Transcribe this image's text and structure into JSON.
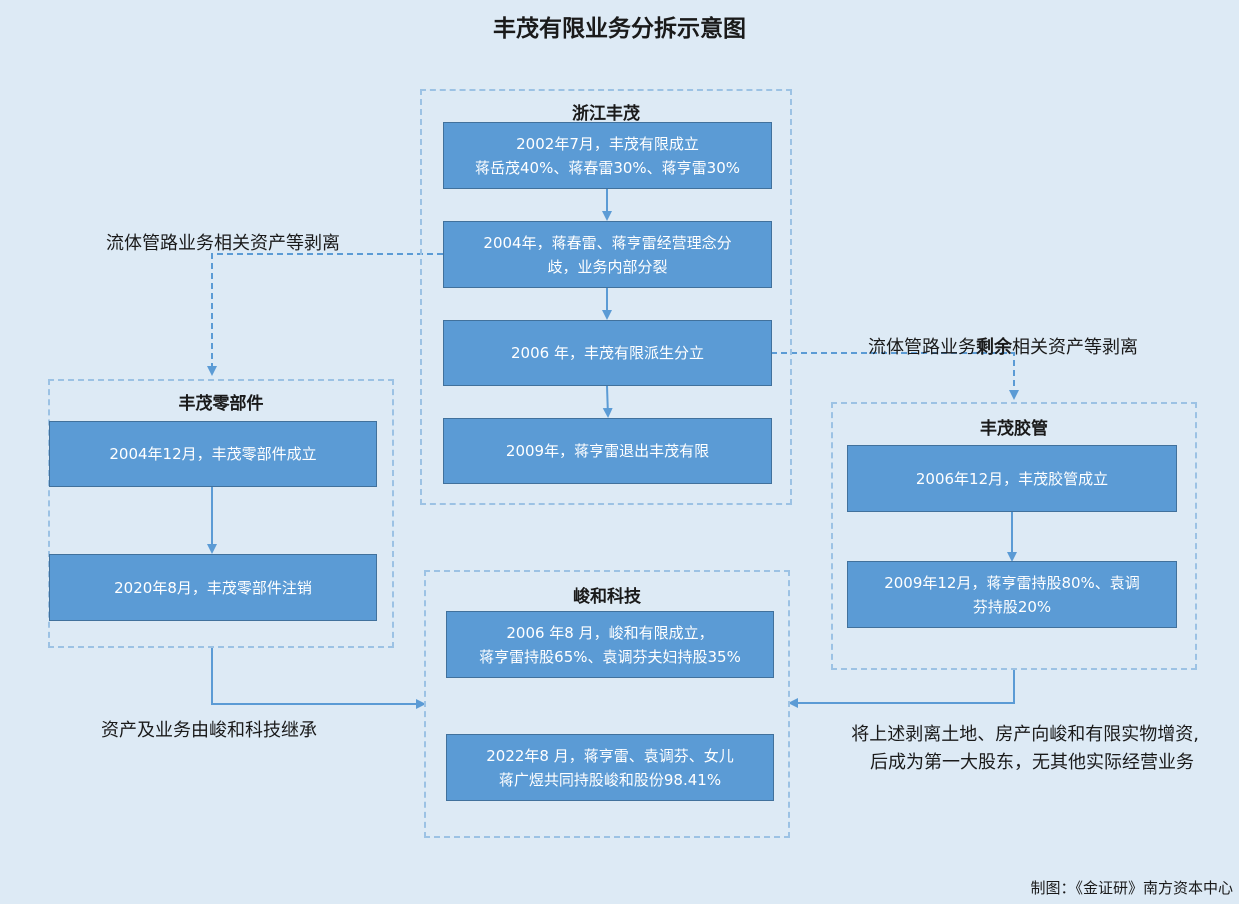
{
  "title": "丰茂有限业务分拆示意图",
  "groups": {
    "zhejiang": {
      "title": "浙江丰茂",
      "steps": [
        {
          "line1": "2002年7月，丰茂有限成立",
          "line2": "蒋岳茂40%、蒋春雷30%、蒋亨雷30%"
        },
        {
          "line1": "2004年，蒋春雷、蒋亨雷经营理念分",
          "line2": "歧，业务内部分裂"
        },
        {
          "line1": "2006 年，丰茂有限派生分立",
          "line2": ""
        },
        {
          "line1": "2009年，蒋亨雷退出丰茂有限",
          "line2": ""
        }
      ]
    },
    "lingbujian": {
      "title": "丰茂零部件",
      "steps": [
        {
          "line1": "2004年12月，丰茂零部件成立",
          "line2": ""
        },
        {
          "line1": "2020年8月，丰茂零部件注销",
          "line2": ""
        }
      ]
    },
    "jiaoguan": {
      "title": "丰茂胶管",
      "steps": [
        {
          "line1": "2006年12月，丰茂胶管成立",
          "line2": ""
        },
        {
          "line1": "2009年12月，蒋亨雷持股80%、袁调",
          "line2": "芬持股20%"
        }
      ]
    },
    "junhe": {
      "title": "峻和科技",
      "steps": [
        {
          "line1": "2006 年8 月，峻和有限成立，",
          "line2": "蒋亨雷持股65%、袁调芬夫妇持股35%"
        },
        {
          "line1": "2022年8 月，蒋亨雷、袁调芬、女儿",
          "line2": "蒋广煜共同持股峻和股份98.41%"
        }
      ]
    }
  },
  "labels": {
    "left_spinoff": "流体管路业务相关资产等剥离",
    "right_spinoff_pre": "流体管路业务",
    "right_spinoff_bold": "剩余",
    "right_spinoff_post": "相关资产等剥离",
    "inherit": "资产及业务由峻和科技继承",
    "capital_line1": "将上述剥离土地、房产向峻和有限实物增资,",
    "capital_line2": "后成为第一大股东，无其他实际经营业务"
  },
  "credit": "制图：《金证研》南方资本中心",
  "colors": {
    "background": "#ddeaf5",
    "box_fill": "#5b9bd5",
    "box_border": "#41719c",
    "dashed_border": "#9cc2e4",
    "arrow": "#5b9bd5"
  }
}
